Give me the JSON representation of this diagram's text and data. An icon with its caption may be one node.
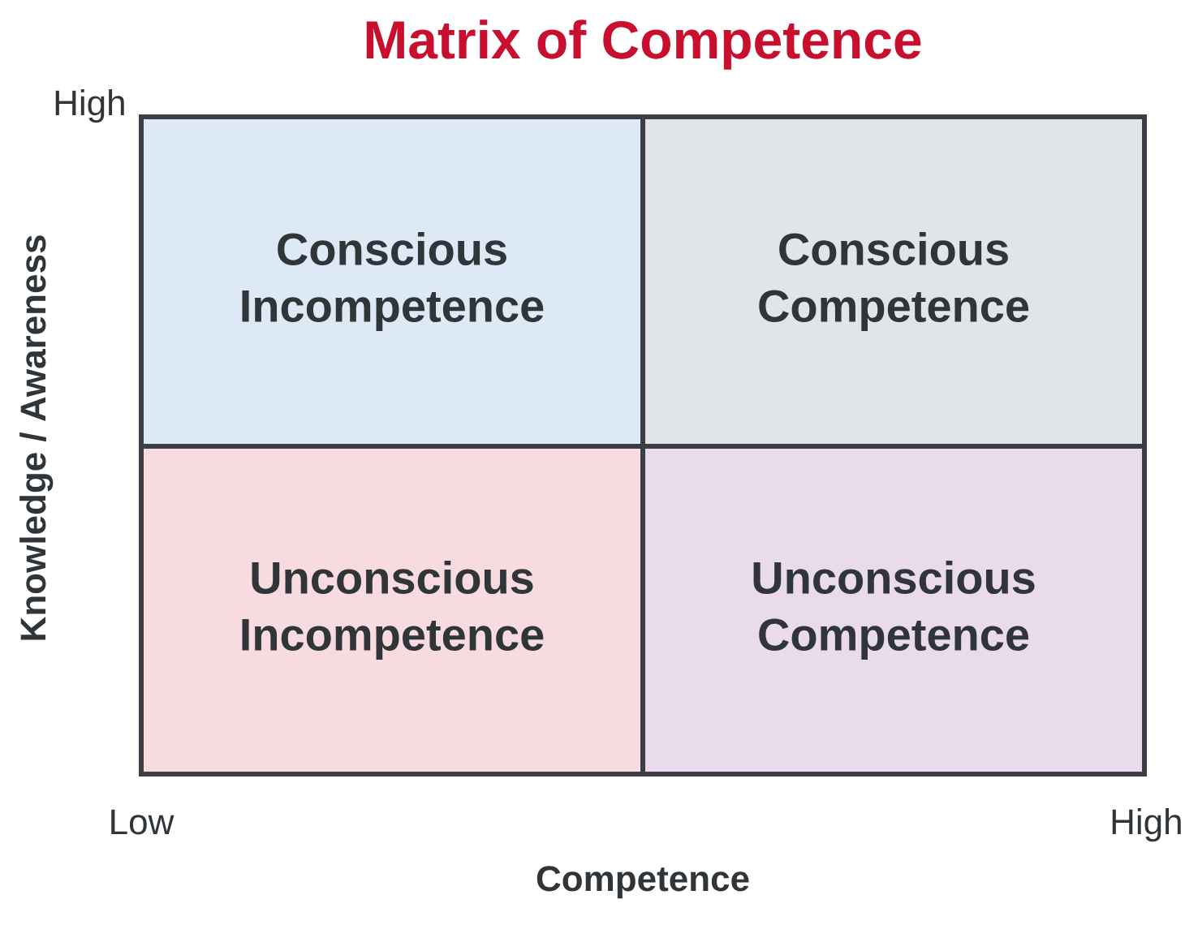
{
  "diagram": {
    "title": "Matrix of Competence",
    "nodes": [
      {
        "text": [
          "Conscious Incompetence"
        ]
      },
      {
        "text": [
          "Conscious Competence"
        ]
      },
      {
        "text": [
          "Unconscious Incompetence"
        ]
      },
      {
        "text": [
          "Unconscious Competence"
        ]
      }
    ],
    "labels": [
      "High",
      "Knowledge / Awareness",
      "Low",
      "High",
      "Competence"
    ]
  }
}
